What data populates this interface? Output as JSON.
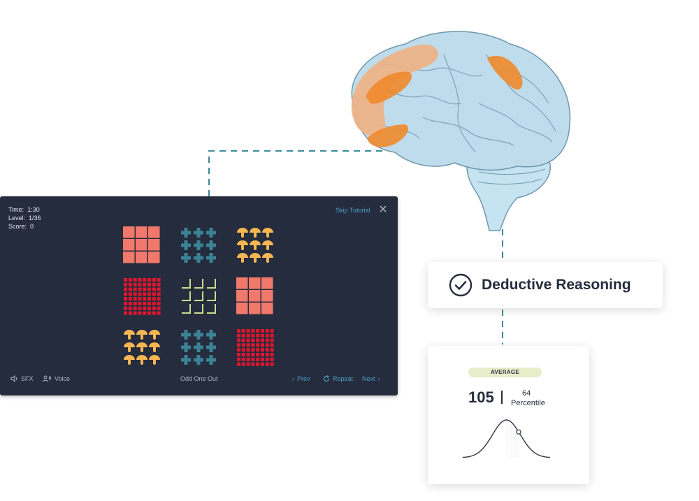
{
  "game": {
    "time_label": "Time:",
    "time_value": "1:30",
    "level_label": "Level:",
    "level_value": "1/36",
    "score_label": "Score:",
    "score_value": "0",
    "skip_tutorial": "Skip Tutorial",
    "footer": {
      "sfx": "SFX",
      "voice": "Voice",
      "mode": "Odd One Out",
      "prev": "Prev",
      "repeat": "Repeat",
      "next": "Next"
    },
    "grid": [
      {
        "pattern": "coral-squares",
        "color": "#f1796c"
      },
      {
        "pattern": "teal-crosses",
        "color": "#3b8295"
      },
      {
        "pattern": "yellow-mushrooms",
        "color": "#f6b652"
      },
      {
        "pattern": "red-dots",
        "color": "#e3152d"
      },
      {
        "pattern": "green-corners",
        "color": "#c9dd8e"
      },
      {
        "pattern": "coral-squares",
        "color": "#f1796c"
      },
      {
        "pattern": "yellow-mushrooms",
        "color": "#f6b652"
      },
      {
        "pattern": "teal-crosses",
        "color": "#3b8295"
      },
      {
        "pattern": "red-dots",
        "color": "#e3152d"
      }
    ]
  },
  "skill": {
    "title": "Deductive Reasoning",
    "icon": "check-circle-icon"
  },
  "result": {
    "level": "AVERAGE",
    "score": "105",
    "percentile_value": "64",
    "percentile_label": "Percentile",
    "percentile_fraction": 0.64
  },
  "colors": {
    "panel_bg": "#252c3d",
    "accent": "#4d9fc8",
    "brain_highlight": "#f08a2c",
    "connector": "#3b8a9b"
  }
}
